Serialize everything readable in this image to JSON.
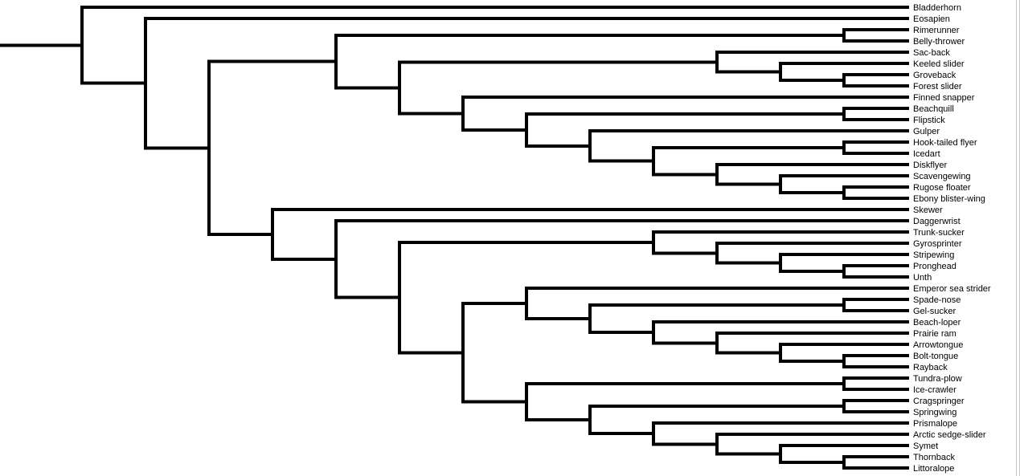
{
  "page": {
    "background_color": "#ffffff",
    "right_edge_border_color": "#c6c6c6"
  },
  "tree": {
    "type": "cladogram",
    "orientation": "tips-right",
    "line_color": "#000000",
    "line_width": 4,
    "label_color": "#000000",
    "leaf_order": [
      "Bladderhorn",
      "Eosapien",
      "Rimerunner",
      "Belly-thrower",
      "Sac-back",
      "Keeled slider",
      "Groveback",
      "Forest slider",
      "Finned snapper",
      "Beachquill",
      "Flipstick",
      "Gulper",
      "Hook-tailed flyer",
      "Icedart",
      "Diskflyer",
      "Scavengewing",
      "Rugose floater",
      "Ebony blister-wing",
      "Skewer",
      "Daggerwrist",
      "Trunk-sucker",
      "Gyrosprinter",
      "Stripewing",
      "Pronghead",
      "Unth",
      "Emperor sea strider",
      "Spade-nose",
      "Gel-sucker",
      "Beach-loper",
      "Prairie ram",
      "Arrowtongue",
      "Bolt-tongue",
      "Rayback",
      "Tundra-plow",
      "Ice-crawler",
      "Cragspringer",
      "Springwing",
      "Prismalope",
      "Arctic sedge-slider",
      "Symet",
      "Thornback",
      "Littoralope"
    ],
    "root": {
      "children": [
        {
          "leaf": "Bladderhorn"
        },
        {
          "children": [
            {
              "leaf": "Eosapien"
            },
            {
              "children": [
                {
                  "children": [
                    {
                      "children": [
                        {
                          "leaf": "Rimerunner"
                        },
                        {
                          "leaf": "Belly-thrower"
                        }
                      ]
                    },
                    {
                      "children": [
                        {
                          "children": [
                            {
                              "leaf": "Sac-back"
                            },
                            {
                              "children": [
                                {
                                  "leaf": "Keeled slider"
                                },
                                {
                                  "children": [
                                    {
                                      "leaf": "Groveback"
                                    },
                                    {
                                      "leaf": "Forest slider"
                                    }
                                  ]
                                }
                              ]
                            }
                          ]
                        },
                        {
                          "children": [
                            {
                              "leaf": "Finned snapper"
                            },
                            {
                              "children": [
                                {
                                  "children": [
                                    {
                                      "leaf": "Beachquill"
                                    },
                                    {
                                      "leaf": "Flipstick"
                                    }
                                  ]
                                },
                                {
                                  "children": [
                                    {
                                      "leaf": "Gulper"
                                    },
                                    {
                                      "children": [
                                        {
                                          "children": [
                                            {
                                              "leaf": "Hook-tailed flyer"
                                            },
                                            {
                                              "leaf": "Icedart"
                                            }
                                          ]
                                        },
                                        {
                                          "children": [
                                            {
                                              "leaf": "Diskflyer"
                                            },
                                            {
                                              "children": [
                                                {
                                                  "leaf": "Scavengewing"
                                                },
                                                {
                                                  "children": [
                                                    {
                                                      "leaf": "Rugose floater"
                                                    },
                                                    {
                                                      "leaf": "Ebony blister-wing"
                                                    }
                                                  ]
                                                }
                                              ]
                                            }
                                          ]
                                        }
                                      ]
                                    }
                                  ]
                                }
                              ]
                            }
                          ]
                        }
                      ]
                    }
                  ]
                },
                {
                  "children": [
                    {
                      "leaf": "Skewer"
                    },
                    {
                      "children": [
                        {
                          "leaf": "Daggerwrist"
                        },
                        {
                          "children": [
                            {
                              "children": [
                                {
                                  "leaf": "Trunk-sucker"
                                },
                                {
                                  "children": [
                                    {
                                      "leaf": "Gyrosprinter"
                                    },
                                    {
                                      "children": [
                                        {
                                          "leaf": "Stripewing"
                                        },
                                        {
                                          "children": [
                                            {
                                              "leaf": "Pronghead"
                                            },
                                            {
                                              "leaf": "Unth"
                                            }
                                          ]
                                        }
                                      ]
                                    }
                                  ]
                                }
                              ]
                            },
                            {
                              "children": [
                                {
                                  "children": [
                                    {
                                      "leaf": "Emperor sea strider"
                                    },
                                    {
                                      "children": [
                                        {
                                          "children": [
                                            {
                                              "leaf": "Spade-nose"
                                            },
                                            {
                                              "leaf": "Gel-sucker"
                                            }
                                          ]
                                        },
                                        {
                                          "children": [
                                            {
                                              "leaf": "Beach-loper"
                                            },
                                            {
                                              "children": [
                                                {
                                                  "leaf": "Prairie ram"
                                                },
                                                {
                                                  "children": [
                                                    {
                                                      "leaf": "Arrowtongue"
                                                    },
                                                    {
                                                      "children": [
                                                        {
                                                          "leaf": "Bolt-tongue"
                                                        },
                                                        {
                                                          "leaf": "Rayback"
                                                        }
                                                      ]
                                                    }
                                                  ]
                                                }
                                              ]
                                            }
                                          ]
                                        }
                                      ]
                                    }
                                  ]
                                },
                                {
                                  "children": [
                                    {
                                      "children": [
                                        {
                                          "leaf": "Tundra-plow"
                                        },
                                        {
                                          "leaf": "Ice-crawler"
                                        }
                                      ]
                                    },
                                    {
                                      "children": [
                                        {
                                          "children": [
                                            {
                                              "leaf": "Cragspringer"
                                            },
                                            {
                                              "leaf": "Springwing"
                                            }
                                          ]
                                        },
                                        {
                                          "children": [
                                            {
                                              "leaf": "Prismalope"
                                            },
                                            {
                                              "children": [
                                                {
                                                  "leaf": "Arctic sedge-slider"
                                                },
                                                {
                                                  "children": [
                                                    {
                                                      "leaf": "Symet"
                                                    },
                                                    {
                                                      "children": [
                                                        {
                                                          "leaf": "Thornback"
                                                        },
                                                        {
                                                          "leaf": "Littoralope"
                                                        }
                                                      ]
                                                    }
                                                  ]
                                                }
                                              ]
                                            }
                                          ]
                                        }
                                      ]
                                    }
                                  ]
                                }
                              ]
                            }
                          ]
                        }
                      ]
                    }
                  ]
                }
              ]
            }
          ]
        }
      ]
    }
  }
}
